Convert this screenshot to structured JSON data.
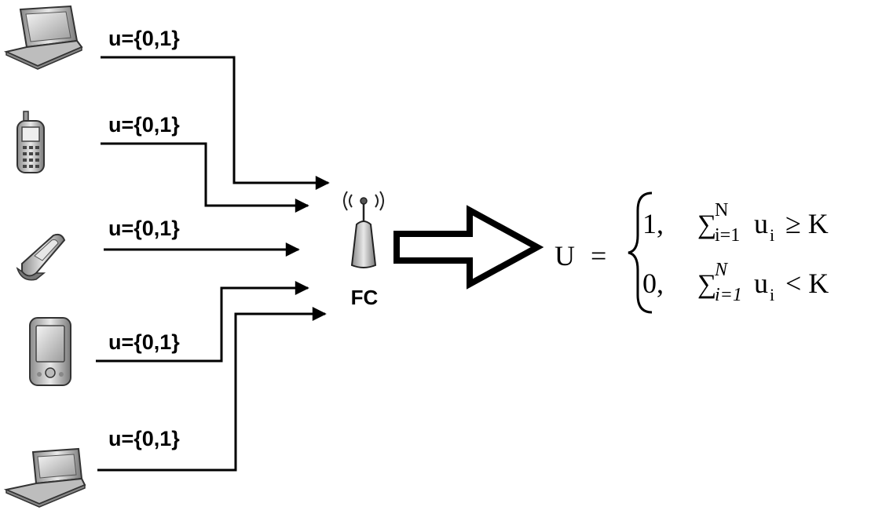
{
  "devices": [
    {
      "icon": "laptop-icon",
      "label": "u={0,1}"
    },
    {
      "icon": "mobile-phone-icon",
      "label": "u={0,1}"
    },
    {
      "icon": "flip-phone-icon",
      "label": "u={0,1}"
    },
    {
      "icon": "pda-icon",
      "label": "u={0,1}"
    },
    {
      "icon": "laptop-icon",
      "label": "u={0,1}"
    }
  ],
  "fusion_center": {
    "icon": "antenna-tower-icon",
    "label": "FC"
  },
  "decision_rule": {
    "lhs": "U",
    "eq": "=",
    "case1": {
      "value": "1,",
      "sum": "∑",
      "upper": "N",
      "lower": "i=1",
      "term": "u",
      "sub": "i",
      "relation": "≥ K"
    },
    "case2": {
      "value": "0,",
      "sum": "∑",
      "upper": "N",
      "lower": "i=1",
      "term": "u",
      "sub": "i",
      "relation": "< K"
    }
  }
}
